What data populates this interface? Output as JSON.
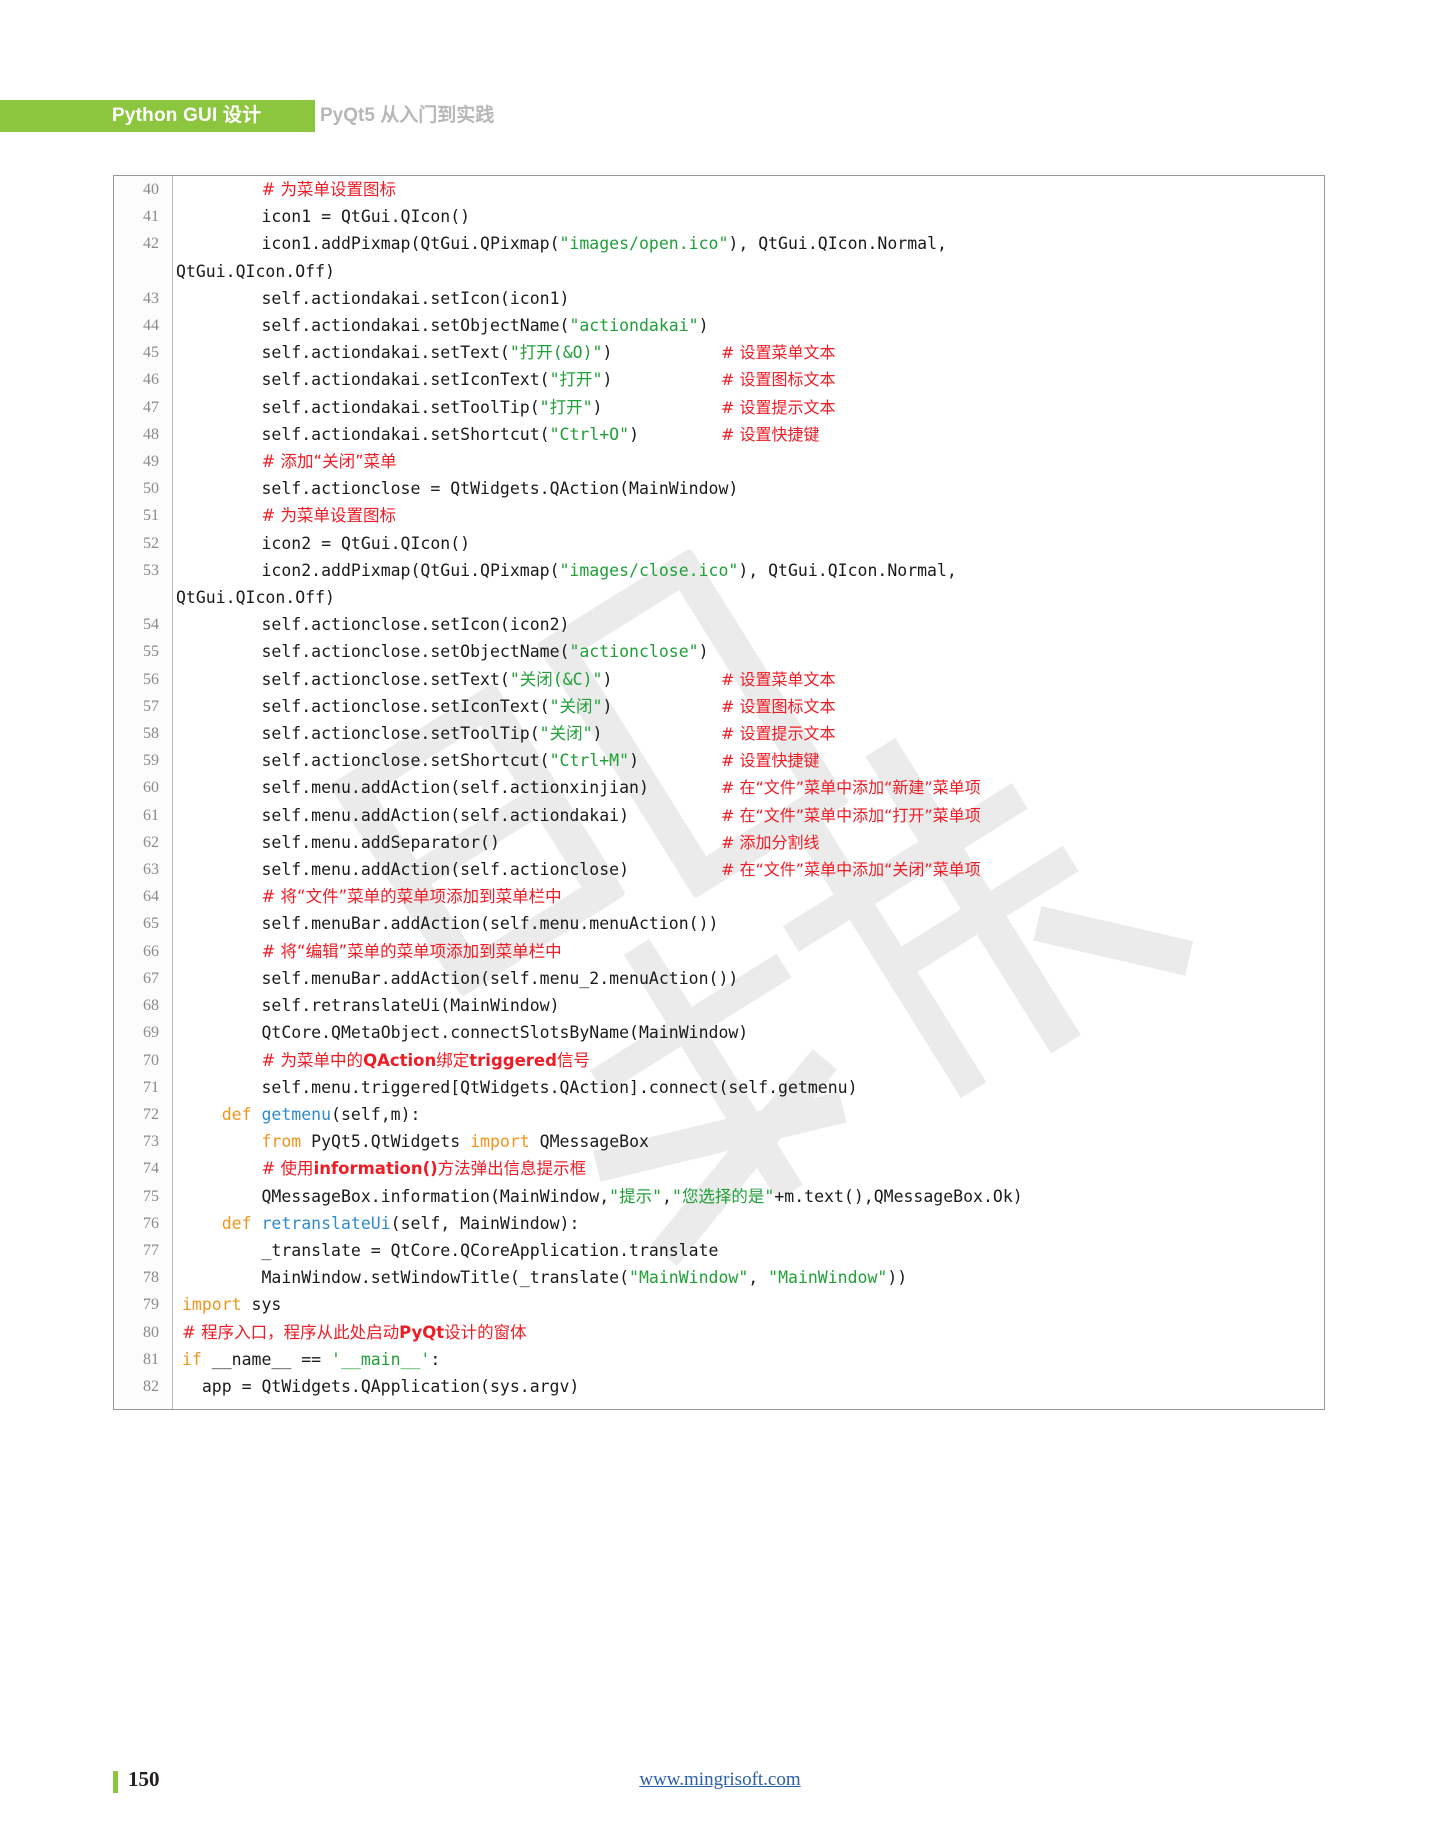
{
  "header": {
    "title": "Python GUI 设计",
    "subtitle": "PyQt5 从入门到实践"
  },
  "footer": {
    "page_number": "150",
    "website": "www.mingrisoft.com"
  },
  "watermark_text": "明日科技",
  "colors": {
    "brand_green": "#8cc63e",
    "string_green": "#21a038",
    "comment_red": "#ee1c25",
    "keyword_orange": "#f2941c",
    "function_blue": "#2e8bd0",
    "line_number_gray": "#8a8a8a",
    "link_blue": "#2b5fa8"
  },
  "code": {
    "language": "python",
    "first_line_number": 40,
    "last_line_number": 82,
    "lines": [
      {
        "n": "40",
        "indent": 8,
        "tokens": [
          {
            "t": "comment",
            "v": "# 为菜单设置图标"
          }
        ]
      },
      {
        "n": "41",
        "indent": 8,
        "tokens": [
          {
            "t": "plain",
            "v": "icon1 = QtGui.QIcon()"
          }
        ]
      },
      {
        "n": "42",
        "indent": 8,
        "tokens": [
          {
            "t": "plain",
            "v": "icon1.addPixmap(QtGui.QPixmap("
          },
          {
            "t": "string",
            "v": "\"images/open.ico\""
          },
          {
            "t": "plain",
            "v": "), QtGui.QIcon.Normal,"
          }
        ],
        "continuation": "QtGui.QIcon.Off)"
      },
      {
        "n": "43",
        "indent": 8,
        "tokens": [
          {
            "t": "plain",
            "v": "self.actiondakai.setIcon(icon1)"
          }
        ]
      },
      {
        "n": "44",
        "indent": 8,
        "tokens": [
          {
            "t": "plain",
            "v": "self.actiondakai.setObjectName("
          },
          {
            "t": "string",
            "v": "\"actiondakai\""
          },
          {
            "t": "plain",
            "v": ")"
          }
        ]
      },
      {
        "n": "45",
        "indent": 8,
        "tokens": [
          {
            "t": "plain",
            "v": "self.actiondakai.setText("
          },
          {
            "t": "string",
            "v": "\"打开(&O)\""
          },
          {
            "t": "plain",
            "v": ")"
          }
        ],
        "inline_comment": "# 设置菜单文本",
        "comment_col": 607
      },
      {
        "n": "46",
        "indent": 8,
        "tokens": [
          {
            "t": "plain",
            "v": "self.actiondakai.setIconText("
          },
          {
            "t": "string",
            "v": "\"打开\""
          },
          {
            "t": "plain",
            "v": ")"
          }
        ],
        "inline_comment": "# 设置图标文本",
        "comment_col": 607
      },
      {
        "n": "47",
        "indent": 8,
        "tokens": [
          {
            "t": "plain",
            "v": "self.actiondakai.setToolTip("
          },
          {
            "t": "string",
            "v": "\"打开\""
          },
          {
            "t": "plain",
            "v": ")"
          }
        ],
        "inline_comment": "# 设置提示文本",
        "comment_col": 607
      },
      {
        "n": "48",
        "indent": 8,
        "tokens": [
          {
            "t": "plain",
            "v": "self.actiondakai.setShortcut("
          },
          {
            "t": "string",
            "v": "\"Ctrl+O\""
          },
          {
            "t": "plain",
            "v": ")"
          }
        ],
        "inline_comment": "# 设置快捷键",
        "comment_col": 607
      },
      {
        "n": "49",
        "indent": 8,
        "tokens": [
          {
            "t": "comment",
            "v": "# 添加“关闭”菜单"
          }
        ]
      },
      {
        "n": "50",
        "indent": 8,
        "tokens": [
          {
            "t": "plain",
            "v": "self.actionclose = QtWidgets.QAction(MainWindow)"
          }
        ]
      },
      {
        "n": "51",
        "indent": 8,
        "tokens": [
          {
            "t": "comment",
            "v": "# 为菜单设置图标"
          }
        ]
      },
      {
        "n": "52",
        "indent": 8,
        "tokens": [
          {
            "t": "plain",
            "v": "icon2 = QtGui.QIcon()"
          }
        ]
      },
      {
        "n": "53",
        "indent": 8,
        "tokens": [
          {
            "t": "plain",
            "v": "icon2.addPixmap(QtGui.QPixmap("
          },
          {
            "t": "string",
            "v": "\"images/close.ico\""
          },
          {
            "t": "plain",
            "v": "), QtGui.QIcon.Normal,"
          }
        ],
        "continuation": "QtGui.QIcon.Off)"
      },
      {
        "n": "54",
        "indent": 8,
        "tokens": [
          {
            "t": "plain",
            "v": "self.actionclose.setIcon(icon2)"
          }
        ]
      },
      {
        "n": "55",
        "indent": 8,
        "tokens": [
          {
            "t": "plain",
            "v": "self.actionclose.setObjectName("
          },
          {
            "t": "string",
            "v": "\"actionclose\""
          },
          {
            "t": "plain",
            "v": ")"
          }
        ]
      },
      {
        "n": "56",
        "indent": 8,
        "tokens": [
          {
            "t": "plain",
            "v": "self.actionclose.setText("
          },
          {
            "t": "string",
            "v": "\"关闭(&C)\""
          },
          {
            "t": "plain",
            "v": ")"
          }
        ],
        "inline_comment": "# 设置菜单文本",
        "comment_col": 607
      },
      {
        "n": "57",
        "indent": 8,
        "tokens": [
          {
            "t": "plain",
            "v": "self.actionclose.setIconText("
          },
          {
            "t": "string",
            "v": "\"关闭\""
          },
          {
            "t": "plain",
            "v": ")"
          }
        ],
        "inline_comment": "# 设置图标文本",
        "comment_col": 607
      },
      {
        "n": "58",
        "indent": 8,
        "tokens": [
          {
            "t": "plain",
            "v": "self.actionclose.setToolTip("
          },
          {
            "t": "string",
            "v": "\"关闭\""
          },
          {
            "t": "plain",
            "v": ")"
          }
        ],
        "inline_comment": "# 设置提示文本",
        "comment_col": 607
      },
      {
        "n": "59",
        "indent": 8,
        "tokens": [
          {
            "t": "plain",
            "v": "self.actionclose.setShortcut("
          },
          {
            "t": "string",
            "v": "\"Ctrl+M\""
          },
          {
            "t": "plain",
            "v": ")"
          }
        ],
        "inline_comment": "# 设置快捷键",
        "comment_col": 607
      },
      {
        "n": "60",
        "indent": 8,
        "tokens": [
          {
            "t": "plain",
            "v": "self.menu.addAction(self.actionxinjian)"
          }
        ],
        "inline_comment": "# 在“文件”菜单中添加“新建”菜单项",
        "comment_col": 607
      },
      {
        "n": "61",
        "indent": 8,
        "tokens": [
          {
            "t": "plain",
            "v": "self.menu.addAction(self.actiondakai)"
          }
        ],
        "inline_comment": "# 在“文件”菜单中添加“打开”菜单项",
        "comment_col": 607
      },
      {
        "n": "62",
        "indent": 8,
        "tokens": [
          {
            "t": "plain",
            "v": "self.menu.addSeparator()"
          }
        ],
        "inline_comment": "# 添加分割线",
        "comment_col": 607
      },
      {
        "n": "63",
        "indent": 8,
        "tokens": [
          {
            "t": "plain",
            "v": "self.menu.addAction(self.actionclose)"
          }
        ],
        "inline_comment": "# 在“文件”菜单中添加“关闭”菜单项",
        "comment_col": 607
      },
      {
        "n": "64",
        "indent": 8,
        "tokens": [
          {
            "t": "comment",
            "v": "# 将“文件”菜单的菜单项添加到菜单栏中"
          }
        ]
      },
      {
        "n": "65",
        "indent": 8,
        "tokens": [
          {
            "t": "plain",
            "v": "self.menuBar.addAction(self.menu.menuAction())"
          }
        ]
      },
      {
        "n": "66",
        "indent": 8,
        "tokens": [
          {
            "t": "comment",
            "v": "# 将“编辑”菜单的菜单项添加到菜单栏中"
          }
        ]
      },
      {
        "n": "67",
        "indent": 8,
        "tokens": [
          {
            "t": "plain",
            "v": "self.menuBar.addAction(self.menu_2.menuAction())"
          }
        ]
      },
      {
        "n": "68",
        "indent": 8,
        "tokens": [
          {
            "t": "plain",
            "v": "self.retranslateUi(MainWindow)"
          }
        ]
      },
      {
        "n": "69",
        "indent": 8,
        "tokens": [
          {
            "t": "plain",
            "v": "QtCore.QMetaObject.connectSlotsByName(MainWindow)"
          }
        ]
      },
      {
        "n": "70",
        "indent": 8,
        "tokens": [
          {
            "t": "comment",
            "v": "# 为菜单中的"
          },
          {
            "t": "comment-bold",
            "v": "QAction"
          },
          {
            "t": "comment",
            "v": "绑定"
          },
          {
            "t": "comment-bold",
            "v": "triggered"
          },
          {
            "t": "comment",
            "v": "信号"
          }
        ]
      },
      {
        "n": "71",
        "indent": 8,
        "tokens": [
          {
            "t": "plain",
            "v": "self.menu.triggered[QtWidgets.QAction].connect(self.getmenu)"
          }
        ]
      },
      {
        "n": "72",
        "indent": 4,
        "tokens": [
          {
            "t": "keyword",
            "v": "def"
          },
          {
            "t": "plain",
            "v": " "
          },
          {
            "t": "function",
            "v": "getmenu"
          },
          {
            "t": "plain",
            "v": "(self,m):"
          }
        ]
      },
      {
        "n": "73",
        "indent": 8,
        "tokens": [
          {
            "t": "keyword",
            "v": "from"
          },
          {
            "t": "plain",
            "v": " PyQt5.QtWidgets "
          },
          {
            "t": "keyword",
            "v": "import"
          },
          {
            "t": "plain",
            "v": " QMessageBox"
          }
        ]
      },
      {
        "n": "74",
        "indent": 8,
        "tokens": [
          {
            "t": "comment",
            "v": "# 使用"
          },
          {
            "t": "comment-bold",
            "v": "information()"
          },
          {
            "t": "comment",
            "v": "方法弹出信息提示框"
          }
        ]
      },
      {
        "n": "75",
        "indent": 8,
        "tokens": [
          {
            "t": "plain",
            "v": "QMessageBox.information(MainWindow,"
          },
          {
            "t": "string",
            "v": "\"提示\""
          },
          {
            "t": "plain",
            "v": ","
          },
          {
            "t": "string",
            "v": "\"您选择的是\""
          },
          {
            "t": "plain",
            "v": "+m.text(),QMessageBox.Ok)"
          }
        ]
      },
      {
        "n": "76",
        "indent": 4,
        "tokens": [
          {
            "t": "keyword",
            "v": "def"
          },
          {
            "t": "plain",
            "v": " "
          },
          {
            "t": "function",
            "v": "retranslateUi"
          },
          {
            "t": "plain",
            "v": "(self, MainWindow):"
          }
        ]
      },
      {
        "n": "77",
        "indent": 8,
        "tokens": [
          {
            "t": "plain",
            "v": "_translate = QtCore.QCoreApplication.translate"
          }
        ]
      },
      {
        "n": "78",
        "indent": 8,
        "tokens": [
          {
            "t": "plain",
            "v": "MainWindow.setWindowTitle(_translate("
          },
          {
            "t": "string",
            "v": "\"MainWindow\""
          },
          {
            "t": "plain",
            "v": ", "
          },
          {
            "t": "string",
            "v": "\"MainWindow\""
          },
          {
            "t": "plain",
            "v": "))"
          }
        ]
      },
      {
        "n": "79",
        "indent": 0,
        "tokens": [
          {
            "t": "keyword",
            "v": "import"
          },
          {
            "t": "plain",
            "v": " sys"
          }
        ]
      },
      {
        "n": "80",
        "indent": 0,
        "tokens": [
          {
            "t": "comment",
            "v": "# 程序入口，程序从此处启动"
          },
          {
            "t": "comment-bold",
            "v": "PyQt"
          },
          {
            "t": "comment",
            "v": "设计的窗体"
          }
        ]
      },
      {
        "n": "81",
        "indent": 0,
        "tokens": [
          {
            "t": "keyword",
            "v": "if"
          },
          {
            "t": "plain",
            "v": " __name__ == "
          },
          {
            "t": "string",
            "v": "'__main__'"
          },
          {
            "t": "plain",
            "v": ":"
          }
        ]
      },
      {
        "n": "82",
        "indent": 2,
        "tokens": [
          {
            "t": "plain",
            "v": "app = QtWidgets.QApplication(sys.argv)"
          }
        ]
      }
    ]
  }
}
